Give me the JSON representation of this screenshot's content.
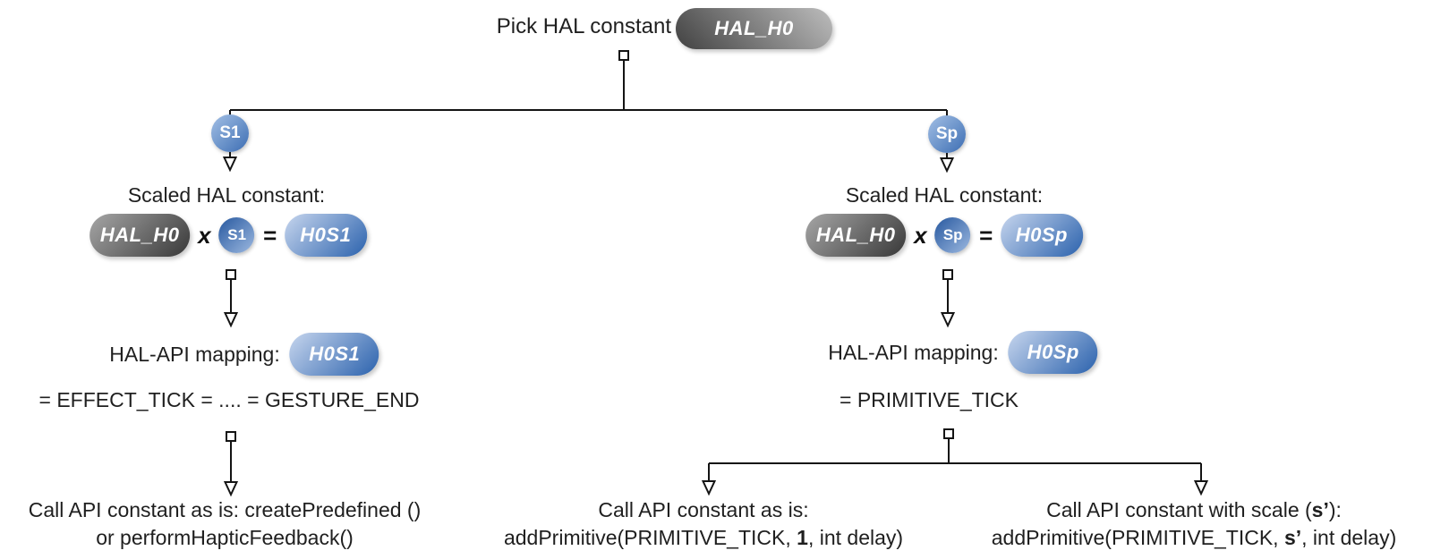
{
  "colors": {
    "ink": "#1f1f1f",
    "line": "#141414",
    "gray-light": "#b5b5b5",
    "gray-dark": "#3d3d3d",
    "blue-light": "#c7d6ee",
    "blue-dark": "#2b62ad",
    "circle-light": "#a3c0e5",
    "circle-dark": "#3c6db3"
  },
  "root": {
    "label": "Pick HAL constant",
    "pill": "HAL_H0"
  },
  "left": {
    "badge": "S1",
    "title": "Scaled HAL constant:",
    "eq": {
      "hal": "HAL_H0",
      "times": "x",
      "scale": "S1",
      "equals": "=",
      "result": "H0S1"
    },
    "mapping_label": "HAL-API mapping:",
    "mapping_pill": "H0S1",
    "mapping_line": "= EFFECT_TICK = .... = GESTURE_END",
    "call": {
      "line1": "Call API constant as is: createPredefined ()",
      "line2": "or performHapticFeedback()"
    }
  },
  "right": {
    "badge": "Sp",
    "title": "Scaled HAL constant:",
    "eq": {
      "hal": "HAL_H0",
      "times": "x",
      "scale": "Sp",
      "equals": "=",
      "result": "H0Sp"
    },
    "mapping_label": "HAL-API mapping:",
    "mapping_pill": "H0Sp",
    "mapping_line": "= PRIMITIVE_TICK",
    "call_as_is": {
      "line1": "Call API constant as is:",
      "line2_pre": "addPrimitive(PRIMITIVE_TICK, ",
      "line2_emph": "1",
      "line2_post": ", int delay)"
    },
    "call_with_scale": {
      "line1_pre": "Call API constant with scale (",
      "line1_emph": "s’",
      "line1_post": "):",
      "line2_pre": "addPrimitive(PRIMITIVE_TICK, ",
      "line2_emph": "s’",
      "line2_post": ", int delay)"
    }
  }
}
